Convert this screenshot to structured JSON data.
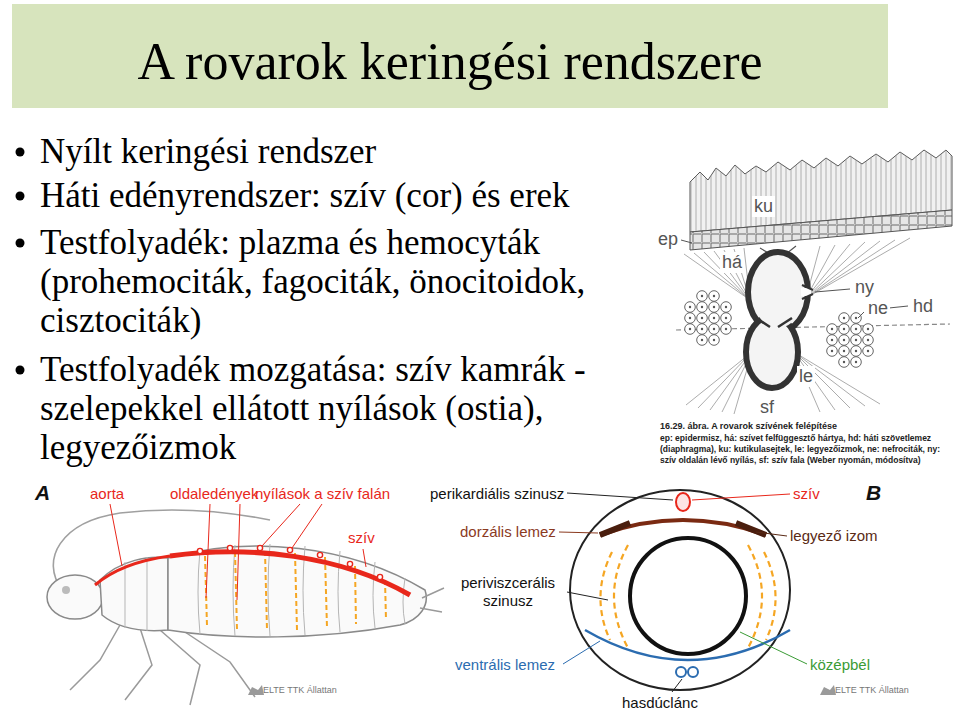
{
  "diagram": {
    "title": "A rovarok keringési rendszere",
    "caption": "16.29. ábra. A rovarok szívének felépítése",
    "labels": [
      "Nyílt keringési rendszer",
      "Háti edényrendszer: szív (cor) és erek",
      "Testfolyadék: plazma és hemocyták (prohemociták, fagociták, önocitoidok, cisztociták)",
      "Testfolyadék mozgatása: szív kamrák - szelepekkel ellátott nyílások (ostia), legyezőizmok",
      "ku",
      "ep",
      "há",
      "ny",
      "ne",
      "hd",
      "le",
      "sf",
      "ep: epidermisz, há: szívet felfüggesztő hártya, hd: háti szövetlemez (diaphragma), ku: kutikulasejtek, le: legyezőizmok, ne: nefrociták, ny: szív oldalán lévő nyílás, sf: szív fala (Weber nyomán, módosítva)",
      "A",
      "aorta",
      "oldaledények",
      "nyílások a szív falán",
      "perikardiális szinusz",
      "szív",
      "B",
      "szív",
      "dorzális lemez",
      "legyező izom",
      "periviszcerális szinusz",
      "ventrális lemez",
      "középbél",
      "ELTE TTK Állattan",
      "hasdúclánc",
      "ELTE TTK Állattan"
    ]
  }
}
